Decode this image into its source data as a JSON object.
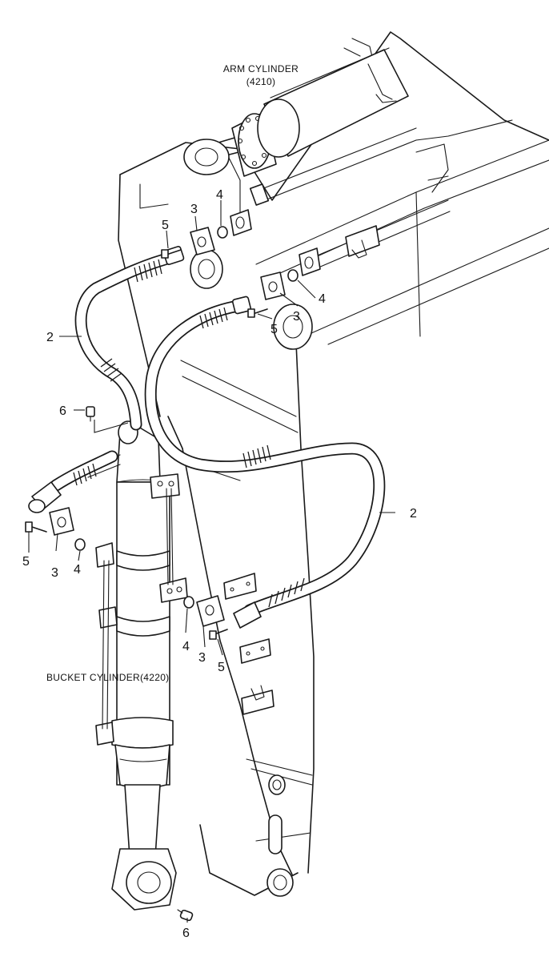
{
  "components": {
    "arm_cylinder": {
      "name": "ARM CYLINDER",
      "code": "(4210)"
    },
    "bucket_cylinder": {
      "name": "BUCKET CYLINDER(4220)"
    }
  },
  "callouts": {
    "hose_upper": "2",
    "hose_lower": "2",
    "flange_top_left": "3",
    "flange_top_right": "3",
    "flange_mid_left": "3",
    "flange_bottom": "3",
    "oring_top_left": "4",
    "oring_top_right": "4",
    "oring_mid_left": "4",
    "oring_bottom": "4",
    "bolt_top_left": "5",
    "bolt_top_right": "5",
    "bolt_mid_left": "5",
    "bolt_bottom": "5",
    "grease_upper": "6",
    "grease_lower": "6"
  }
}
